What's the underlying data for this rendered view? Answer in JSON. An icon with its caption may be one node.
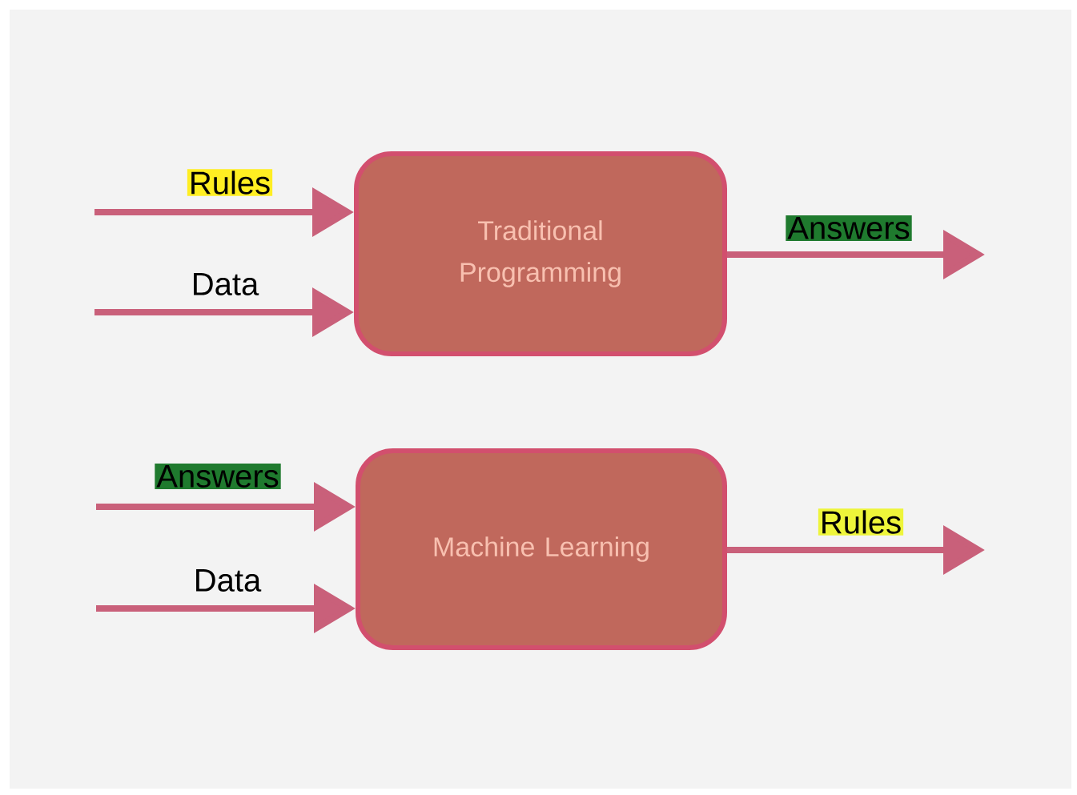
{
  "diagram": {
    "nodes": [
      {
        "text": [
          "Traditional Programming"
        ]
      },
      {
        "text": [
          "Machine Learning"
        ]
      }
    ],
    "edges": [
      {
        "from": null,
        "to": 0,
        "arrow": "to",
        "label": "Rules"
      },
      {
        "from": null,
        "to": 0,
        "arrow": "to",
        "label": "Data"
      },
      {
        "from": 0,
        "to": null,
        "arrow": "to",
        "label": "Answers"
      },
      {
        "from": null,
        "to": 1,
        "arrow": "to",
        "label": "Answers"
      },
      {
        "from": null,
        "to": 1,
        "arrow": "to",
        "label": "Data"
      },
      {
        "from": 1,
        "to": null,
        "arrow": "to",
        "label": "Rules"
      }
    ]
  }
}
